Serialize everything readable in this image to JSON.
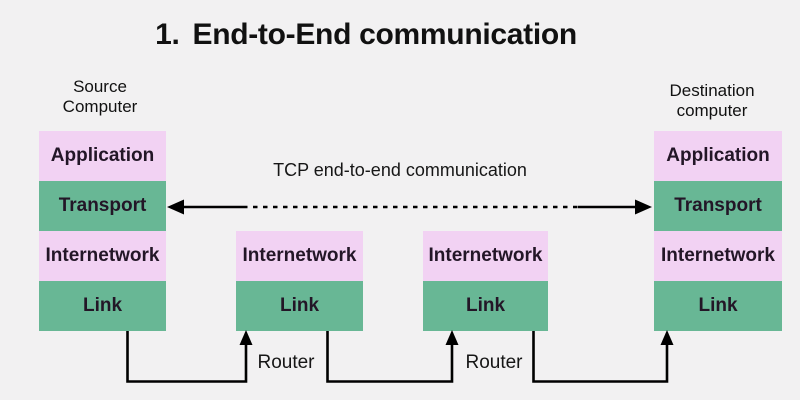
{
  "title": {
    "number": "1.",
    "text": "End-to-End communication"
  },
  "source": {
    "label": "Source\nComputer",
    "layers": [
      "Application",
      "Transport",
      "Internetwork",
      "Link"
    ]
  },
  "destination": {
    "label": "Destination\ncomputer",
    "layers": [
      "Application",
      "Transport",
      "Internetwork",
      "Link"
    ]
  },
  "routers": [
    {
      "label": "Router",
      "layers": [
        "Internetwork",
        "Link"
      ]
    },
    {
      "label": "Router",
      "layers": [
        "Internetwork",
        "Link"
      ]
    }
  ],
  "tcp_arrow": {
    "label": "TCP end-to-end communication",
    "style": "dashed-double-headed"
  },
  "colors": {
    "background": "#f2f1f2",
    "layer_pink": "#f2d2f3",
    "layer_green": "#68b795",
    "arrow_black": "#000000",
    "text_dark": "#1d1422"
  }
}
